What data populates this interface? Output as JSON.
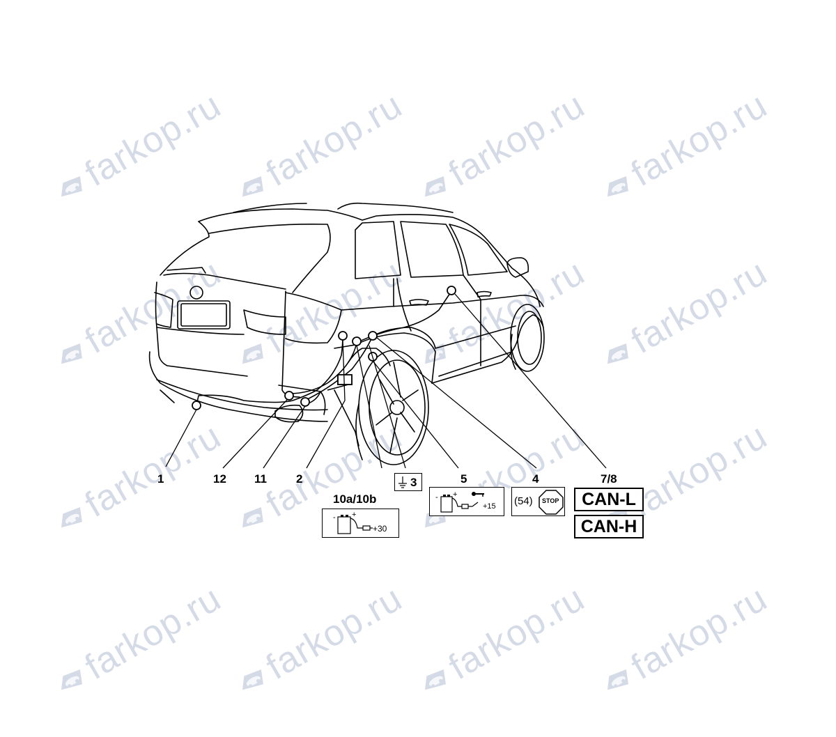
{
  "watermark": {
    "text": "farkop.ru",
    "color": "#b3bfd3",
    "icon": "car-logo-icon"
  },
  "callouts": {
    "c1": "1",
    "c12": "12",
    "c11": "11",
    "c2": "2",
    "c10": "10a/10b",
    "c3": "3",
    "c5": "5",
    "c4": "4",
    "c78": "7/8"
  },
  "legend": {
    "ground_num": "3",
    "battery30": "+30",
    "ign15": "+15",
    "brake_code": "(54)",
    "stop": "STOP",
    "can_l": "CAN-L",
    "can_h": "CAN-H"
  }
}
